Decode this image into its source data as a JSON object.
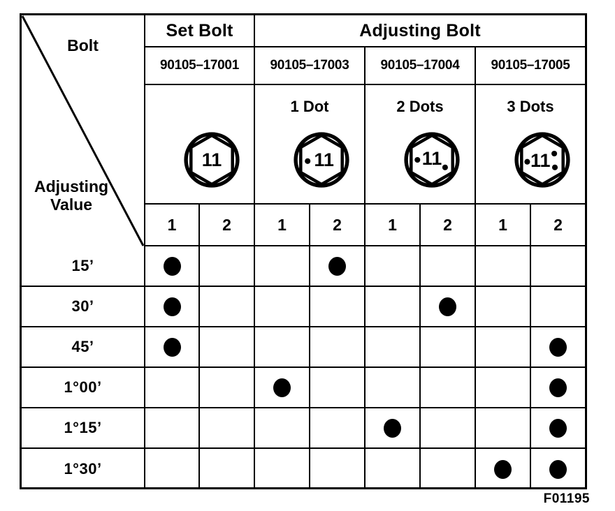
{
  "figure": {
    "code": "F01195",
    "corner": {
      "top_label": "Bolt",
      "bottom_label_line1": "Adjusting",
      "bottom_label_line2": "Value"
    }
  },
  "chart_data": {
    "type": "table",
    "title": "Bolt / Adjusting Value selection table",
    "group_headers": [
      {
        "label": "Set Bolt",
        "span": 2
      },
      {
        "label": "Adjusting Bolt",
        "span": 6
      }
    ],
    "part_numbers": [
      "90105–17001",
      "90105–17003",
      "90105–17004",
      "90105–17005"
    ],
    "dot_labels": [
      "",
      "1 Dot",
      "2 Dots",
      "3 Dots"
    ],
    "bolt_marking": "11",
    "bolt_dot_counts": [
      0,
      1,
      2,
      3
    ],
    "sub_columns": [
      "1",
      "2",
      "1",
      "2",
      "1",
      "2",
      "1",
      "2"
    ],
    "row_labels": [
      "15’",
      "30’",
      "45’",
      "1°00’",
      "1°15’",
      "1°30’"
    ],
    "marks": [
      [
        1,
        0,
        0,
        1,
        0,
        0,
        0,
        0
      ],
      [
        1,
        0,
        0,
        0,
        0,
        1,
        0,
        0
      ],
      [
        1,
        0,
        0,
        0,
        0,
        0,
        0,
        1
      ],
      [
        0,
        0,
        1,
        0,
        0,
        0,
        0,
        1
      ],
      [
        0,
        0,
        0,
        0,
        1,
        0,
        0,
        1
      ],
      [
        0,
        0,
        0,
        0,
        0,
        0,
        1,
        1
      ]
    ],
    "mark_symbol": "filled-circle",
    "colors": {
      "ink": "#000000",
      "paper": "#ffffff"
    }
  }
}
